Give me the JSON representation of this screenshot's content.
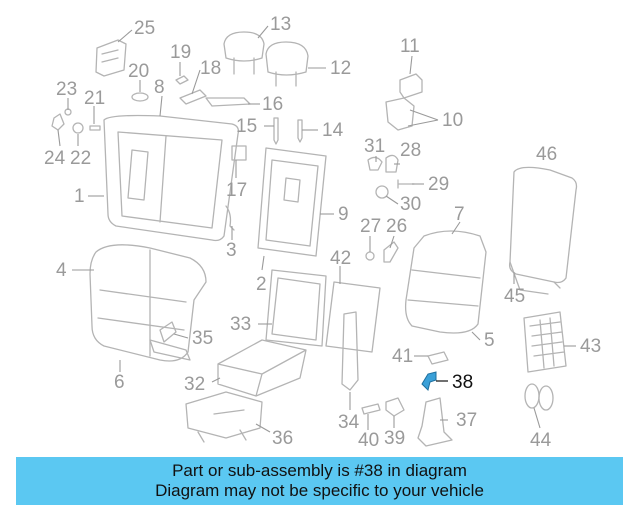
{
  "diagram": {
    "highlight_color": "#3aa0d8",
    "callouts": [
      {
        "label": "25"
      },
      {
        "label": "13"
      },
      {
        "label": "19"
      },
      {
        "label": "18"
      },
      {
        "label": "20"
      },
      {
        "label": "12"
      },
      {
        "label": "11"
      },
      {
        "label": "8"
      },
      {
        "label": "23"
      },
      {
        "label": "21"
      },
      {
        "label": "16"
      },
      {
        "label": "15"
      },
      {
        "label": "14"
      },
      {
        "label": "10"
      },
      {
        "label": "24"
      },
      {
        "label": "22"
      },
      {
        "label": "31"
      },
      {
        "label": "28"
      },
      {
        "label": "46"
      },
      {
        "label": "1"
      },
      {
        "label": "17"
      },
      {
        "label": "29"
      },
      {
        "label": "30"
      },
      {
        "label": "9"
      },
      {
        "label": "7"
      },
      {
        "label": "27"
      },
      {
        "label": "26"
      },
      {
        "label": "3"
      },
      {
        "label": "4"
      },
      {
        "label": "42"
      },
      {
        "label": "2"
      },
      {
        "label": "45"
      },
      {
        "label": "43"
      },
      {
        "label": "35"
      },
      {
        "label": "33"
      },
      {
        "label": "5"
      },
      {
        "label": "41"
      },
      {
        "label": "6"
      },
      {
        "label": "38"
      },
      {
        "label": "32"
      },
      {
        "label": "34"
      },
      {
        "label": "40"
      },
      {
        "label": "39"
      },
      {
        "label": "37"
      },
      {
        "label": "36"
      },
      {
        "label": "44"
      }
    ]
  },
  "banner": {
    "line1": "Part or sub-assembly is #38 in diagram",
    "line2": "Diagram may not be specific to your vehicle",
    "color": "#5bc8f2"
  }
}
